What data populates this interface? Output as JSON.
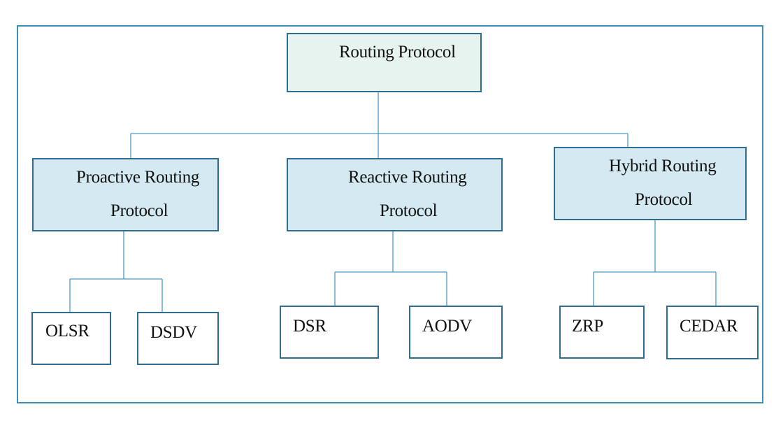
{
  "diagram": {
    "root": {
      "label": "Routing Protocol"
    },
    "categories": [
      {
        "line1": "Proactive Routing",
        "line2": "Protocol"
      },
      {
        "line1": "Reactive Routing",
        "line2": "Protocol"
      },
      {
        "line1": "Hybrid Routing",
        "line2": "Protocol"
      }
    ],
    "leaves": [
      {
        "label": "OLSR"
      },
      {
        "label": "DSDV"
      },
      {
        "label": "DSR"
      },
      {
        "label": "AODV"
      },
      {
        "label": "ZRP"
      },
      {
        "label": "CEDAR"
      }
    ],
    "colors": {
      "frame": "#3a8fb7",
      "box_border": "#2f6d8f",
      "root_fill": "#e6f3ef",
      "category_fill": "#d4e9f2",
      "leaf_fill": "#ffffff",
      "connector": "#4a9cc2"
    }
  }
}
